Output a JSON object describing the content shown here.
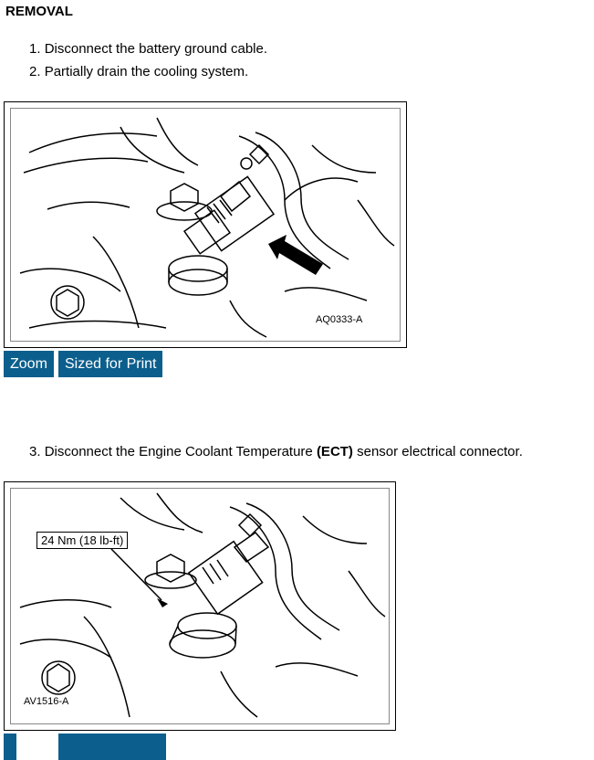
{
  "section": {
    "heading": "REMOVAL"
  },
  "steps": [
    {
      "num": "1.",
      "text": "Disconnect the battery ground cable."
    },
    {
      "num": "2.",
      "text": "Partially drain the cooling system."
    },
    {
      "num": "3.",
      "pre": "Disconnect the Engine Coolant Temperature ",
      "bold": "(ECT)",
      "post": " sensor electrical connector."
    }
  ],
  "figures": [
    {
      "id": "AQ0333-A"
    },
    {
      "id": "AV1516-A",
      "callout": "24 Nm (18 lb-ft)"
    }
  ],
  "buttons": {
    "zoom": "Zoom",
    "print": "Sized for Print"
  },
  "colors": {
    "button_bg": "#0c5f8d",
    "button_text": "#ffffff"
  }
}
